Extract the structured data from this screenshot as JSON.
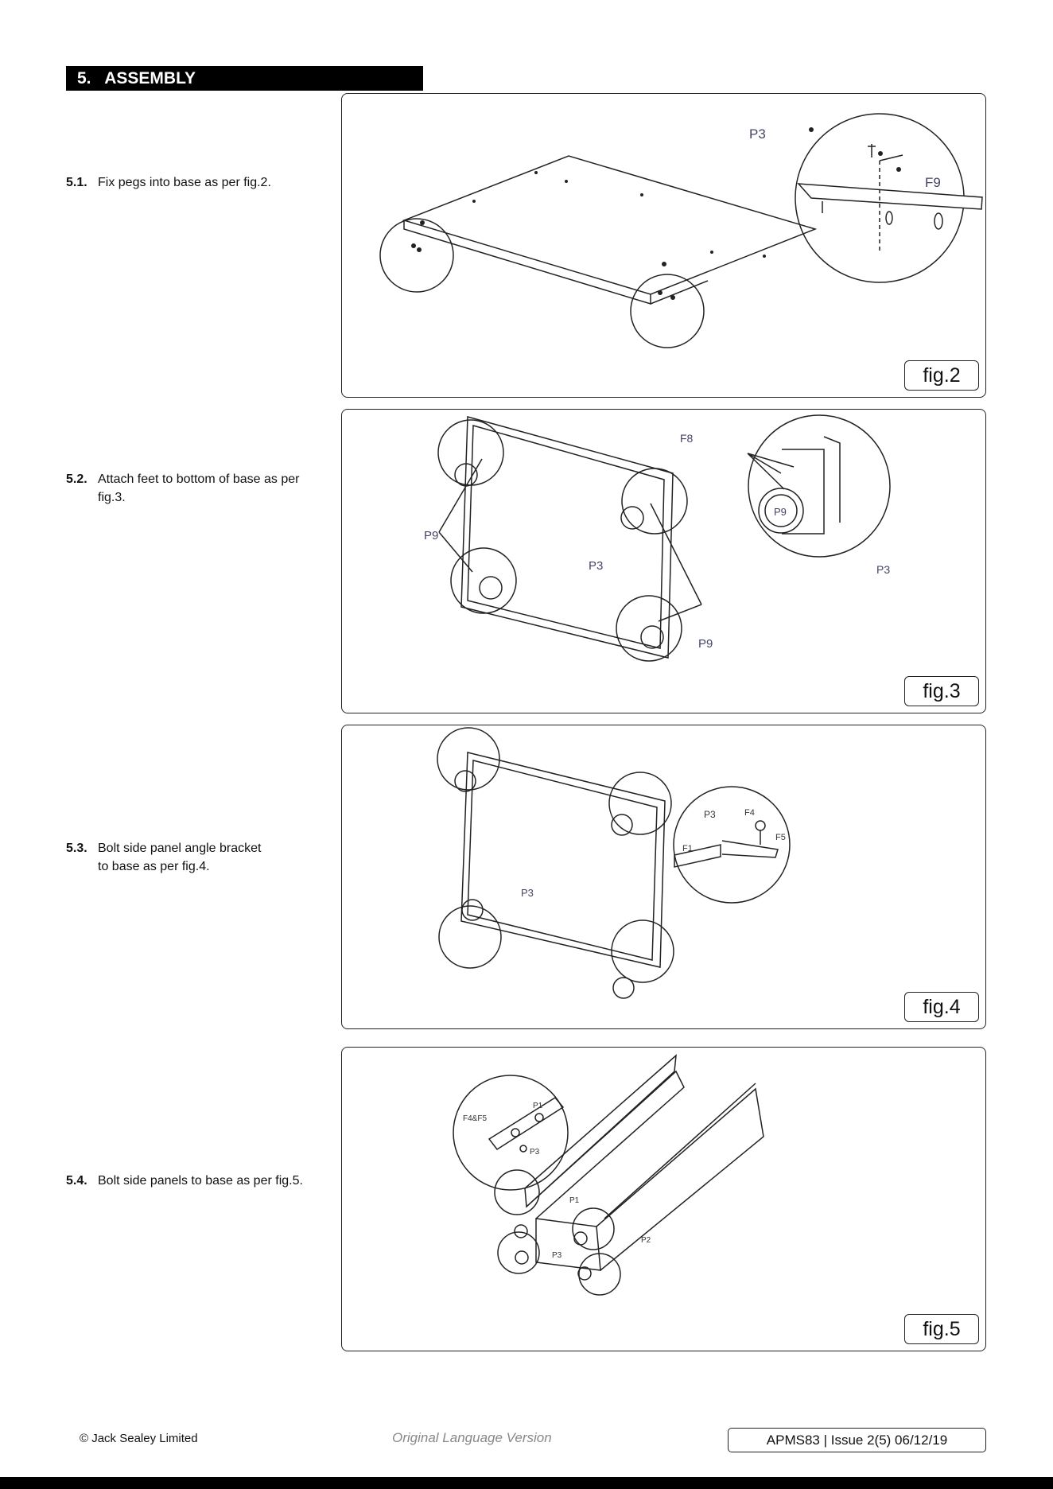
{
  "section": {
    "number": "5.",
    "title": "ASSEMBLY"
  },
  "steps": [
    {
      "num": "5.1.",
      "line1": "Fix pegs into base as per fig.2.",
      "line2": ""
    },
    {
      "num": "5.2.",
      "line1": "Attach feet to bottom of base as per",
      "line2": "fig.3."
    },
    {
      "num": "5.3.",
      "line1": "Bolt side panel angle bracket",
      "line2": "to base as per fig.4."
    },
    {
      "num": "5.4.",
      "line1": "Bolt side panels to base as per fig.5.",
      "line2": ""
    }
  ],
  "figures": [
    {
      "label": "fig.2",
      "parts": [
        "P3",
        "F9"
      ]
    },
    {
      "label": "fig.3",
      "parts": [
        "F8",
        "P9",
        "P3",
        "P9",
        "P3",
        "P9"
      ]
    },
    {
      "label": "fig.4",
      "parts": [
        "P3",
        "P3",
        "F4",
        "F5",
        "F1"
      ]
    },
    {
      "label": "fig.5",
      "parts": [
        "F4&F5",
        "P1",
        "P3",
        "P1",
        "P2",
        "P3"
      ]
    }
  ],
  "footer": {
    "copyright": "© Jack Sealey Limited",
    "language": "Original Language Version",
    "doc_ref": "APMS83 | Issue 2(5) 06/12/19"
  }
}
